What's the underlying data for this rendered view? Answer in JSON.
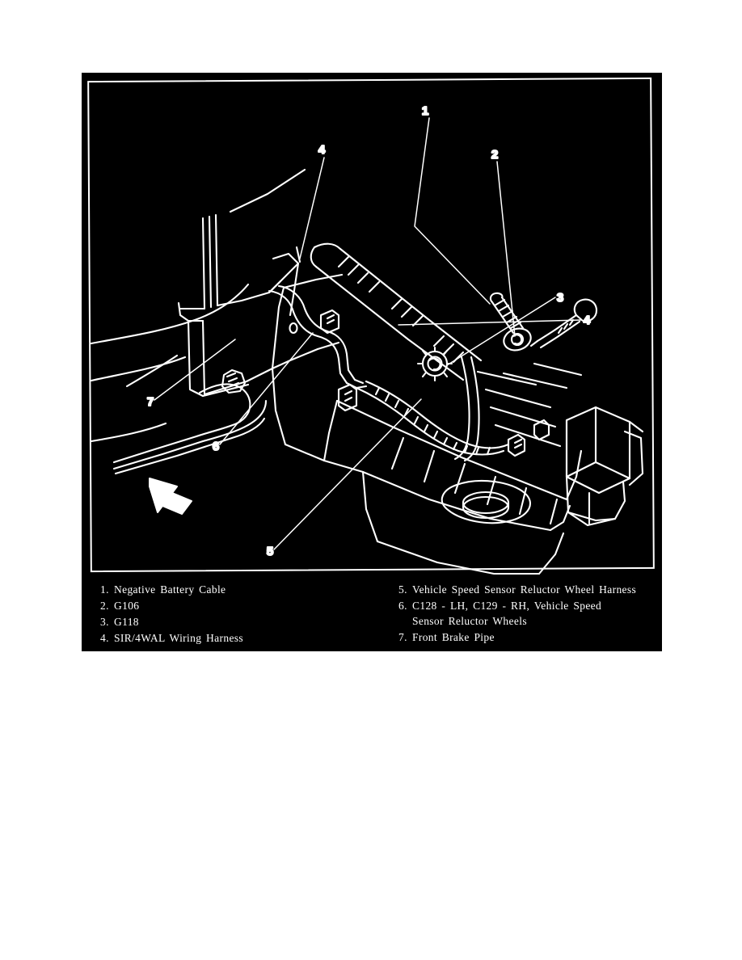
{
  "figure": {
    "background_color": "#000000",
    "line_color": "#ffffff",
    "page_color": "#ffffff",
    "description": "Exploded line drawing of a truck front frame / axle area showing negative battery cable, ground points G106 and G118, SIR/4WAL wiring harness routing, vehicle speed sensor reluctor wheel harness, connectors C128 and C129, and the front brake pipe.",
    "direction_arrow": "forward-direction-arrow"
  },
  "callouts": [
    {
      "id": "1",
      "label": "1"
    },
    {
      "id": "2",
      "label": "2"
    },
    {
      "id": "3",
      "label": "3"
    },
    {
      "id": "4a",
      "label": "4"
    },
    {
      "id": "4b",
      "label": "4"
    },
    {
      "id": "5",
      "label": "5"
    },
    {
      "id": "6",
      "label": "6"
    },
    {
      "id": "7",
      "label": "7"
    }
  ],
  "legend": {
    "left_column": [
      {
        "num": "1.",
        "text": "Negative Battery Cable"
      },
      {
        "num": "2.",
        "text": "G106"
      },
      {
        "num": "3.",
        "text": "G118"
      },
      {
        "num": "4.",
        "text": "SIR/4WAL Wiring Harness"
      }
    ],
    "right_column": [
      {
        "num": "5.",
        "text": "Vehicle Speed Sensor Reluctor Wheel Harness",
        "cont": ""
      },
      {
        "num": "6.",
        "text": "C128 - LH, C129 - RH, Vehicle Speed",
        "cont": "Sensor Reluctor Wheels"
      },
      {
        "num": "7.",
        "text": "Front Brake Pipe",
        "cont": ""
      }
    ]
  }
}
